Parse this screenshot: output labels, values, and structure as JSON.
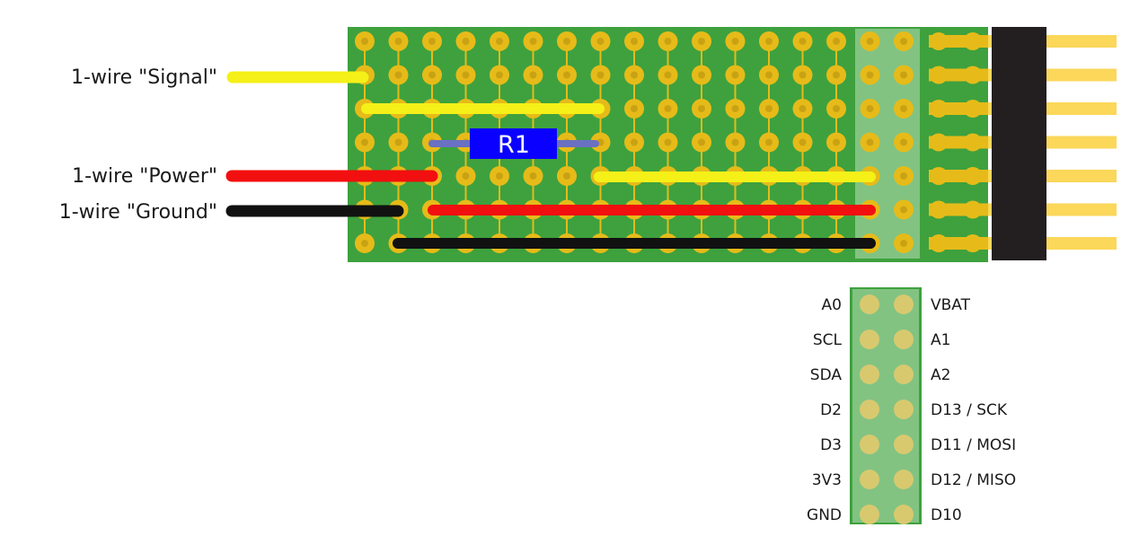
{
  "wire_labels": {
    "signal": "1-wire \"Signal\"",
    "power": "1-wire \"Power\"",
    "ground": "1-wire \"Ground\""
  },
  "resistor": {
    "label": "R1"
  },
  "colors": {
    "board": "#3ea13e",
    "header_strip": "#82c382",
    "pad": "#e6bb19",
    "pad_hole": "#c9a214",
    "trace": "#e6bb19",
    "signal_wire": "#f5f018",
    "power_wire": "#f20f0f",
    "ground_wire": "#111111",
    "resistor_body": "#0a00ff",
    "resistor_leads": "#6a70c2",
    "connector": "#231f20",
    "pins": "#fbd75a"
  },
  "pinout": {
    "left": [
      "A0",
      "SCL",
      "SDA",
      "D2",
      "D3",
      "3V3",
      "GND"
    ],
    "right": [
      "VBAT",
      "A1",
      "A2",
      "D13 / SCK",
      "D11 / MOSI",
      "D12 / MISO",
      "D10"
    ]
  }
}
